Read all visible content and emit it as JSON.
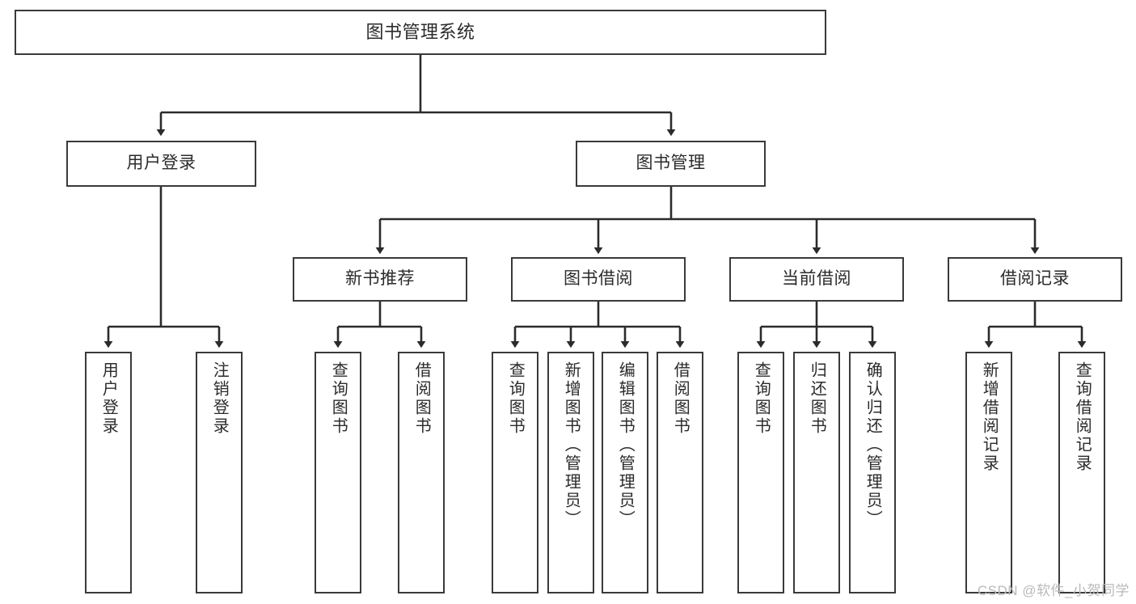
{
  "diagram": {
    "type": "tree",
    "title": "图书管理系统",
    "watermark": "CSDN @软件_小贺同学",
    "colors": {
      "box_border": "#3a3a3a",
      "box_fill": "#ffffff",
      "connector": "#2b2b2b",
      "text": "#2b2b2b",
      "watermark": "#b9b9b9",
      "background": "#ffffff"
    },
    "nodes": {
      "root": {
        "label": "图书管理系统"
      },
      "level2": [
        {
          "id": "user-login",
          "label": "用户登录"
        },
        {
          "id": "book-management",
          "label": "图书管理"
        }
      ],
      "level3": [
        {
          "id": "new-book-recommend",
          "label": "新书推荐"
        },
        {
          "id": "book-borrow",
          "label": "图书借阅"
        },
        {
          "id": "current-borrow",
          "label": "当前借阅"
        },
        {
          "id": "borrow-record",
          "label": "借阅记录"
        }
      ],
      "leaves": {
        "user-login": [
          {
            "id": "leaf-user-login",
            "label": "用户登录"
          },
          {
            "id": "leaf-user-logout",
            "label": "注销登录"
          }
        ],
        "new-book-recommend": [
          {
            "id": "leaf-query-book-1",
            "label": "查询图书"
          },
          {
            "id": "leaf-borrow-book-1",
            "label": "借阅图书"
          }
        ],
        "book-borrow": [
          {
            "id": "leaf-query-book-2",
            "label": "查询图书"
          },
          {
            "id": "leaf-add-book",
            "label": "新增图书（管理员）"
          },
          {
            "id": "leaf-edit-book",
            "label": "编辑图书（管理员）"
          },
          {
            "id": "leaf-borrow-book-2",
            "label": "借阅图书"
          }
        ],
        "current-borrow": [
          {
            "id": "leaf-query-book-3",
            "label": "查询图书"
          },
          {
            "id": "leaf-return-book",
            "label": "归还图书"
          },
          {
            "id": "leaf-confirm-return",
            "label": "确认归还（管理员）"
          }
        ],
        "borrow-record": [
          {
            "id": "leaf-add-record",
            "label": "新增借阅记录"
          },
          {
            "id": "leaf-query-record",
            "label": "查询借阅记录"
          }
        ]
      }
    }
  }
}
